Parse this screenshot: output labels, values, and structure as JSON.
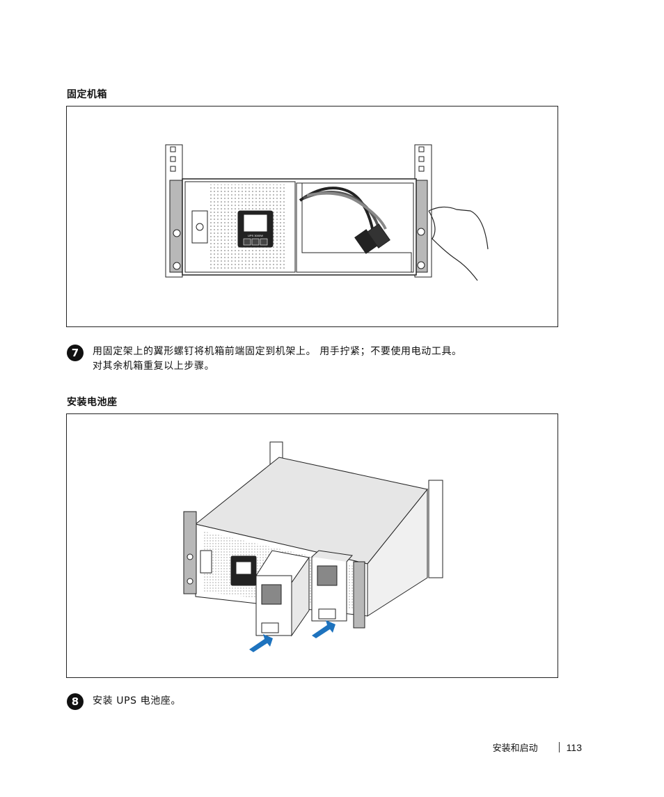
{
  "section1": {
    "heading": "固定机箱"
  },
  "figure1": {
    "panel_label": "UPS 3000W"
  },
  "step7": {
    "number": "7",
    "line1": "用固定架上的翼形螺钉将机箱前端固定到机架上。 用手拧紧；不要使用电动工具。",
    "line2": "对其余机箱重复以上步骤。"
  },
  "section2": {
    "heading": "安装电池座"
  },
  "step8": {
    "number": "8",
    "text": "安装 UPS 电池座。"
  },
  "footer": {
    "section": "安装和启动",
    "page": "113"
  },
  "colors": {
    "arrow": "#1e73be",
    "line": "#222222",
    "rail": "#b8b8b8"
  }
}
